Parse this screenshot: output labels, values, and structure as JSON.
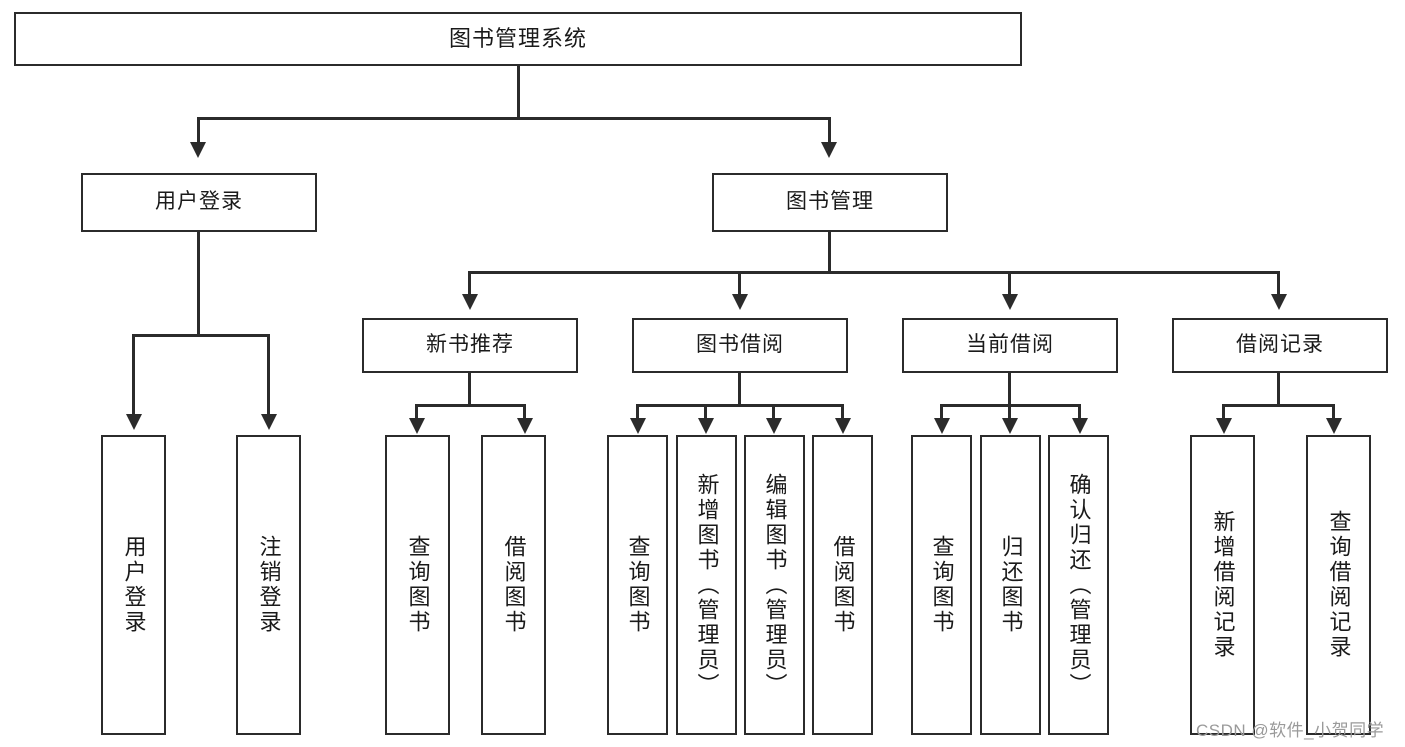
{
  "diagram": {
    "title": "图书管理系统",
    "type": "tree-hierarchy-diagram",
    "root": {
      "label": "图书管理系统"
    },
    "level1": [
      {
        "label": "用户登录"
      },
      {
        "label": "图书管理"
      }
    ],
    "level2": [
      {
        "label": "新书推荐"
      },
      {
        "label": "图书借阅"
      },
      {
        "label": "当前借阅"
      },
      {
        "label": "借阅记录"
      }
    ],
    "leaves": {
      "user_login": [
        {
          "label": "用户登录"
        },
        {
          "label": "注销登录"
        }
      ],
      "new_book_recommend": [
        {
          "label": "查询图书"
        },
        {
          "label": "借阅图书"
        }
      ],
      "book_borrow": [
        {
          "label": "查询图书"
        },
        {
          "label": "新增图书（管理员）"
        },
        {
          "label": "编辑图书（管理员）"
        },
        {
          "label": "借阅图书"
        }
      ],
      "current_borrow": [
        {
          "label": "查询图书"
        },
        {
          "label": "归还图书"
        },
        {
          "label": "确认归还（管理员）"
        }
      ],
      "borrow_record": [
        {
          "label": "新增借阅记录"
        },
        {
          "label": "查询借阅记录"
        }
      ]
    }
  },
  "watermark": {
    "text": "CSDN @软件_小贺同学"
  },
  "colors": {
    "box_border": "#2b2b2b",
    "box_fill": "#ffffff",
    "text": "#1a1a1a",
    "connector": "#2b2b2b",
    "watermark": "#9a9a9a",
    "background": "#ffffff"
  }
}
